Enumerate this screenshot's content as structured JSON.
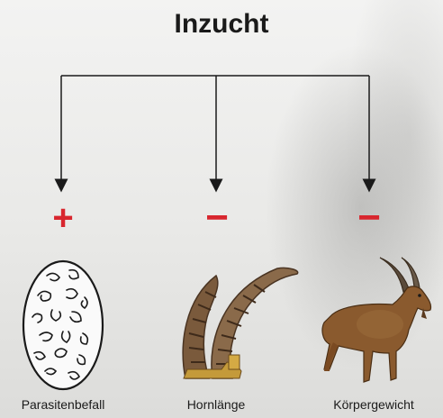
{
  "title": "Inzucht",
  "effects": [
    {
      "sign": "+",
      "label": "Parasitenbefall",
      "icon": "parasite-egg-icon"
    },
    {
      "sign": "−",
      "label": "Hornlänge",
      "icon": "ibex-horns-icon"
    },
    {
      "sign": "−",
      "label": "Körpergewicht",
      "icon": "ibex-icon"
    }
  ],
  "colors": {
    "sign": "#d8262e",
    "line": "#1a1a1a"
  }
}
